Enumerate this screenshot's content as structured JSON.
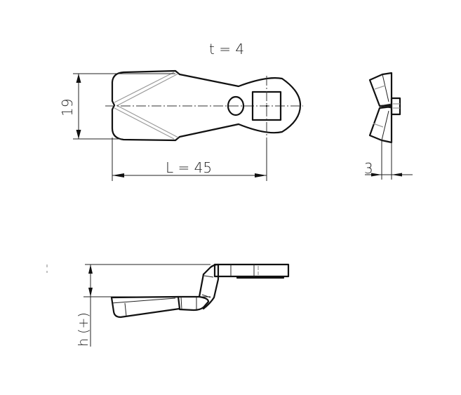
{
  "drawing": {
    "thickness_label": "t = 4",
    "width_label": "19",
    "length_label": "L = 45",
    "offset_label": "3",
    "height_label": "h (+)"
  },
  "views": {
    "top_view": "plan-view",
    "side_view": "end-view",
    "front_view": "elevation-view"
  },
  "colors": {
    "outline": "#111111",
    "hidden_edge": "#9a9a9a",
    "background": "#ffffff"
  }
}
